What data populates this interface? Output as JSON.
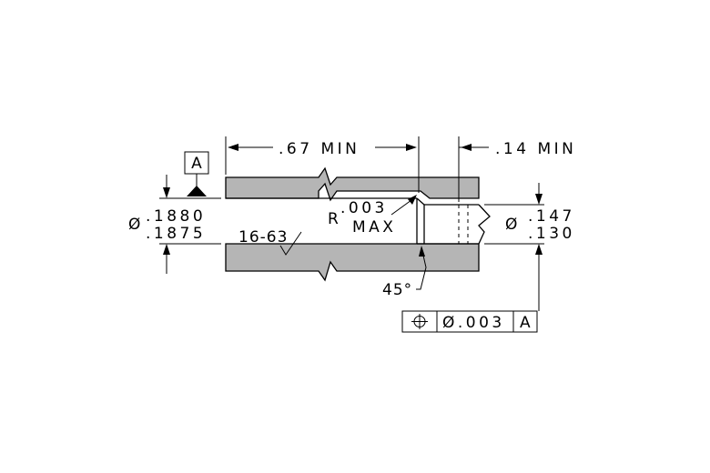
{
  "datum_label": "A",
  "dims": {
    "length": ".67  MIN",
    "counterbore_depth": ".14  MIN",
    "outer_dia_symbol": "Ø",
    "outer_dia_upper": ".1880",
    "outer_dia_lower": ".1875",
    "radius_label": "R",
    "radius_value": ".003",
    "radius_max": "MAX",
    "surface_finish": "16-63",
    "chamfer_angle": "45°",
    "hole_dia_symbol": "Ø",
    "hole_dia_upper": ".147",
    "hole_dia_lower": ".130"
  },
  "feature_control_frame": {
    "symbol": "position-icon",
    "tolerance": "Ø.003",
    "datum": "A"
  },
  "colors": {
    "material": "#b5b5b5",
    "line": "#000000",
    "background": "#ffffff"
  }
}
